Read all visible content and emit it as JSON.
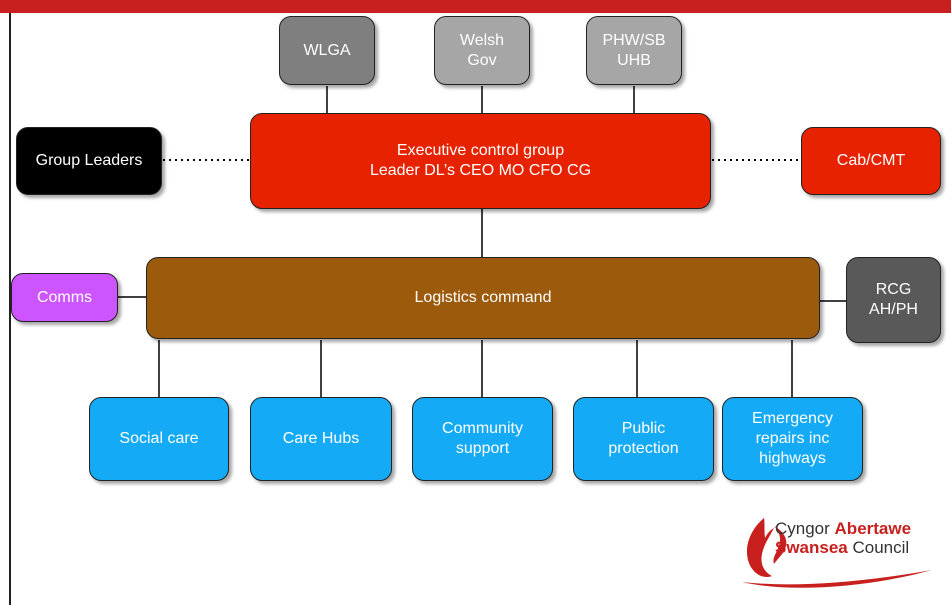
{
  "diagram": {
    "top": [
      {
        "label": "WLGA"
      },
      {
        "label": "Welsh\nGov"
      },
      {
        "label": "PHW/SB\nUHB"
      }
    ],
    "executive": {
      "label": "Executive control group\nLeader DL’s CEO MO CFO CG"
    },
    "group_leaders": {
      "label": "Group Leaders"
    },
    "cab_cmt": {
      "label": "Cab/CMT"
    },
    "logistics": {
      "label": "Logistics command"
    },
    "comms": {
      "label": "Comms"
    },
    "rcg": {
      "label": "RCG\nAH/PH"
    },
    "services": [
      {
        "label": "Social care"
      },
      {
        "label": "Care Hubs"
      },
      {
        "label": "Community\nsupport"
      },
      {
        "label": "Public\nprotection"
      },
      {
        "label": "Emergency\nrepairs inc\nhighways"
      }
    ]
  },
  "logo": {
    "word1": "Cyngor ",
    "word2": "Abertawe",
    "word3": "Swansea",
    "word4": " Council"
  },
  "colors": {
    "brand_red": "#c8201e",
    "exec_red": "#e62200",
    "logistics_brown": "#9c5a0c",
    "service_blue": "#14aaf5",
    "comms_purple": "#cc55ff"
  }
}
